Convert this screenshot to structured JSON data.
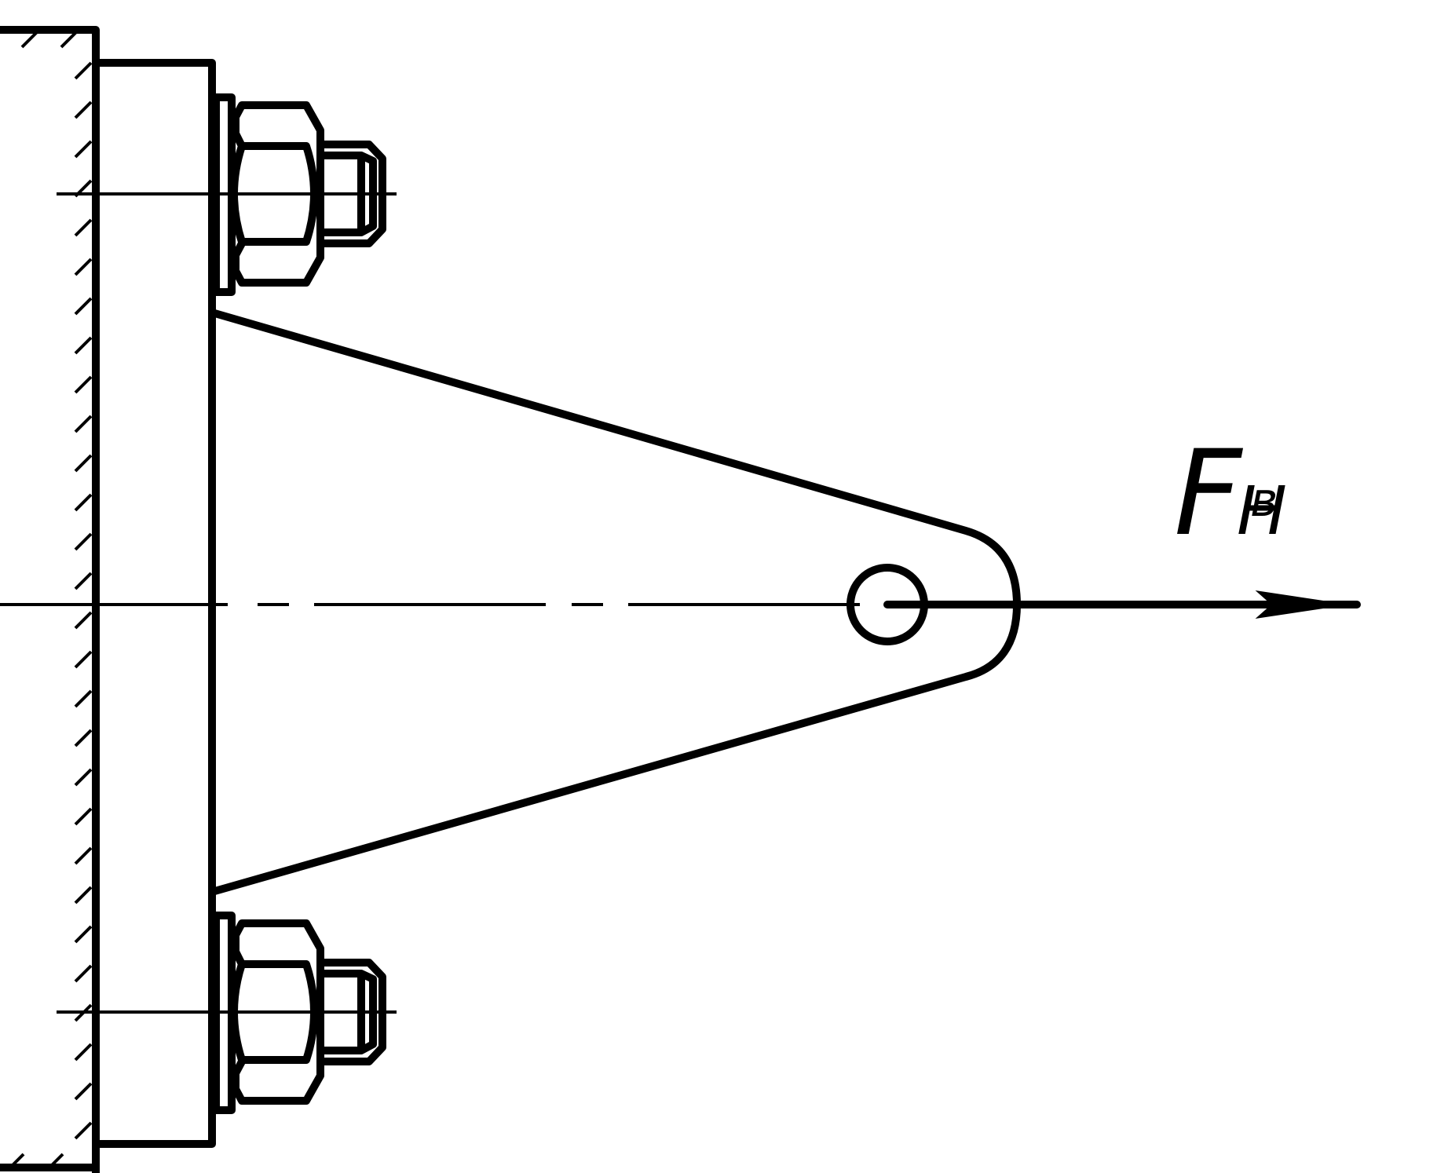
{
  "diagram": {
    "force_label_main": "F",
    "force_label_sub_top": "в",
    "force_label_sub_bottom": "Н",
    "line_color": "#000000",
    "background_color": "#ffffff"
  }
}
